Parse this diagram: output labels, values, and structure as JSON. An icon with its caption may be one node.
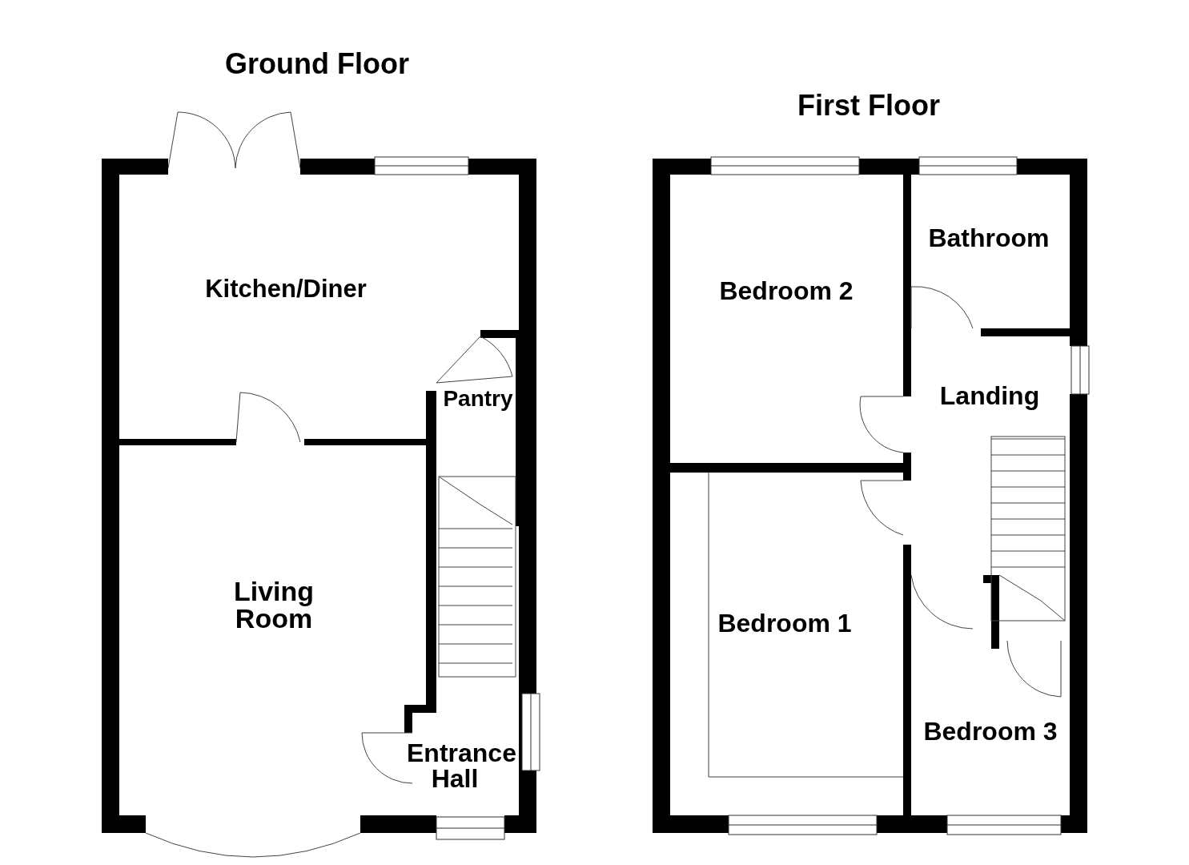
{
  "diagram": {
    "labels": [
      "Ground Floor",
      "Kitchen/Diner",
      "Pantry",
      "Living Room",
      "Entrance Hall",
      "First Floor",
      "Bedroom 2",
      "Bathroom",
      "Landing",
      "Bedroom 1",
      "Bedroom 3"
    ]
  }
}
